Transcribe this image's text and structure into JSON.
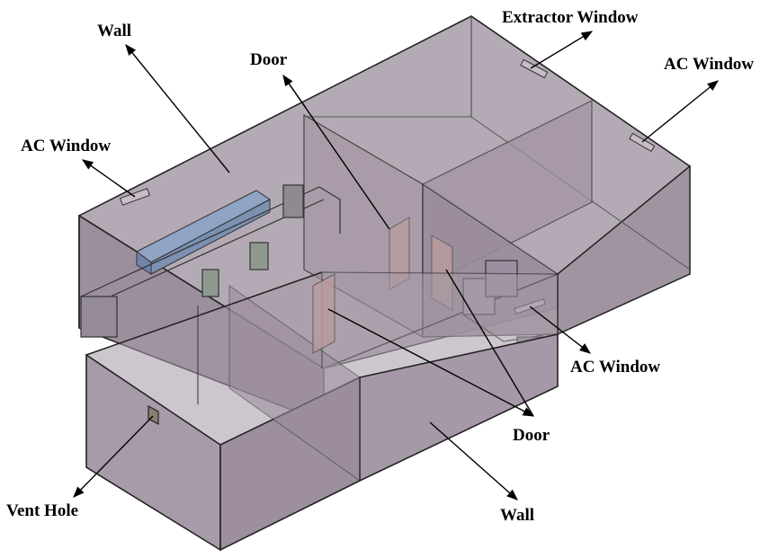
{
  "labels": {
    "wall_top": "Wall",
    "door_top": "Door",
    "extractor_window": "Extractor Window",
    "ac_window_right": "AC Window",
    "ac_window_left": "AC Window",
    "ac_window_mid": "AC Window",
    "door_bottom": "Door",
    "vent_hole": "Vent Hole",
    "wall_bottom": "Wall"
  },
  "colors": {
    "wall_fill": "#a79aa8",
    "wall_fill_light": "#b7adb8",
    "edge": "#1a1a1a",
    "equipment_blue": "#7d92b3",
    "door_fill": "#b99a9a"
  }
}
